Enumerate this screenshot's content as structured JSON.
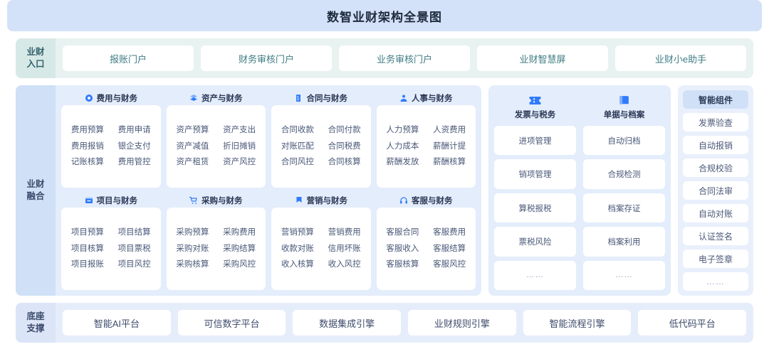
{
  "header": {
    "title": "数智业财架构全景图"
  },
  "colors": {
    "header_bg": "#d3e2f8",
    "entry_bg": "#e8f2f1",
    "entry_text": "#3f7c84",
    "fusion_bg": "#e4edfb",
    "base_bg": "#e6edfa",
    "accent_blue": "#2f7bfb",
    "body_text": "#4a5878"
  },
  "entry_row": {
    "label": "业财\n入口",
    "label_line1": "业财",
    "label_line2": "入口",
    "items": [
      {
        "label": "报账门户"
      },
      {
        "label": "财务审核门户"
      },
      {
        "label": "业务审核门户"
      },
      {
        "label": "业财智慧屏"
      },
      {
        "label": "业财小e助手"
      }
    ]
  },
  "fusion_row": {
    "label_line1": "业财",
    "label_line2": "融合",
    "modules": [
      {
        "title": "费用与财务",
        "icon": "coin-icon",
        "items": [
          "费用预算",
          "费用申请",
          "费用报销",
          "银企支付",
          "记账核算",
          "费用管控"
        ]
      },
      {
        "title": "资产与财务",
        "icon": "layers-icon",
        "items": [
          "资产预算",
          "资产支出",
          "资产减值",
          "折旧摊销",
          "资产租赁",
          "资产风控"
        ]
      },
      {
        "title": "合同与财务",
        "icon": "contract-icon",
        "items": [
          "合同收款",
          "合同付款",
          "对账匹配",
          "合同税费",
          "合同风控",
          "合同核算"
        ]
      },
      {
        "title": "人事与财务",
        "icon": "person-icon",
        "items": [
          "人力预算",
          "人资费用",
          "人力成本",
          "薪酬计提",
          "薪酬发放",
          "薪酬核算"
        ]
      },
      {
        "title": "项目与财务",
        "icon": "project-icon",
        "items": [
          "项目预算",
          "项目结算",
          "项目核算",
          "项目票税",
          "项目报账",
          "项目风控"
        ]
      },
      {
        "title": "采购与财务",
        "icon": "cart-icon",
        "items": [
          "采购预算",
          "采购费用",
          "采购对账",
          "采购结算",
          "采购核算",
          "采购风控"
        ]
      },
      {
        "title": "营销与财务",
        "icon": "flag-icon",
        "items": [
          "营销预算",
          "营销费用",
          "收款对账",
          "信用坏账",
          "收入核算",
          "收入风控"
        ]
      },
      {
        "title": "客服与财务",
        "icon": "headset-icon",
        "items": [
          "客服合同",
          "客服费用",
          "客服收入",
          "客服结算",
          "客服核算",
          "客服风控"
        ]
      }
    ],
    "columns": [
      {
        "title": "发票与税务",
        "icon": "invoice-icon",
        "items": [
          "进项管理",
          "销项管理",
          "算税报税",
          "票税风险",
          "……"
        ]
      },
      {
        "title": "单据与档案",
        "icon": "archive-icon",
        "items": [
          "自动归档",
          "合规检测",
          "档案存证",
          "档案利用",
          "……"
        ]
      }
    ]
  },
  "sidebar": {
    "title": "智能组件",
    "items": [
      "发票验查",
      "自动报销",
      "合规校验",
      "合同法审",
      "自动对账",
      "认证签名",
      "电子签章",
      "……"
    ]
  },
  "base_row": {
    "label_line1": "底座",
    "label_line2": "支撑",
    "items": [
      {
        "label": "智能AI平台"
      },
      {
        "label": "可信数字平台"
      },
      {
        "label": "数据集成引擎"
      },
      {
        "label": "业财规则引擎"
      },
      {
        "label": "智能流程引擎"
      },
      {
        "label": "低代码平台"
      }
    ]
  }
}
